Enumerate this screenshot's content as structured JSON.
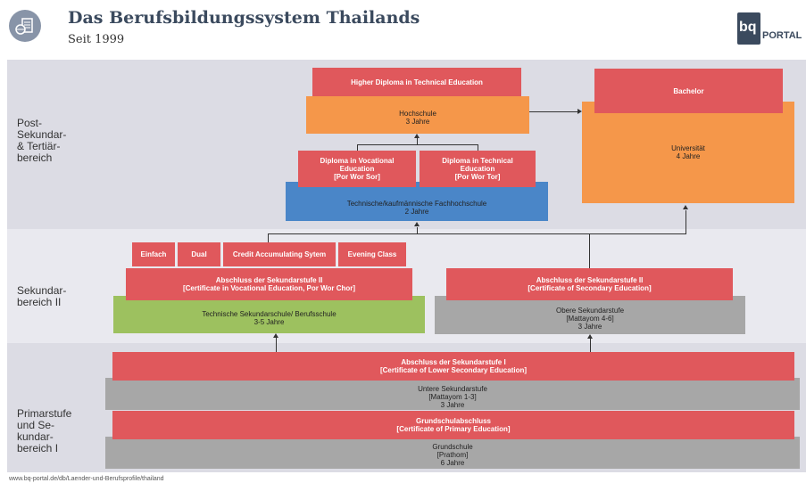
{
  "header": {
    "title": "Das Berufsbildungssystem Thailands",
    "subtitle": "Seit 1999",
    "brand": "PORTAL",
    "logo_letters": "bq"
  },
  "colors": {
    "red": "#e0585c",
    "orange": "#f5974a",
    "blue": "#4a86c8",
    "green": "#9dc15f",
    "gray": "#a7a7a7",
    "band_dark": "#dcdce4",
    "band_light": "#e9e9ef",
    "brand_blue": "#27b8dc"
  },
  "levels": {
    "post": "Post-\nSekundar-\n& Tertiär-\nbereich",
    "sek2": "Sekundar-\nbereich II",
    "prim": "Primarstufe\nund Se-\nkundar-\nbereich I"
  },
  "boxes": {
    "higher_diploma": "Higher Diploma in Technical Education",
    "hochschule": {
      "l1": "Hochschule",
      "l2": "3 Jahre"
    },
    "bachelor": "Bachelor",
    "universitaet": {
      "l1": "Universität",
      "l2": "4 Jahre"
    },
    "diploma_voc": {
      "l1": "Diploma in Vocational",
      "l2": "Education",
      "l3": "[Por Wor Sor]"
    },
    "diploma_tech": {
      "l1": "Diploma in Technical",
      "l2": "Education",
      "l3": "[Por Wor Tor]"
    },
    "fachhochschule": {
      "l1": "Technische/kaufmännische Fachhochschule",
      "l2": "2 Jahre"
    },
    "einfach": "Einfach",
    "dual": "Dual",
    "credit": "Credit Accumulating Sytem",
    "evening": "Evening Class",
    "abschluss_sek2_voc": {
      "l1": "Abschluss der Sekundarstufe II",
      "l2": "[Certificate in Vocational Education, Por Wor Chor]"
    },
    "berufsschule": {
      "l1": "Technische Sekundarschule/ Berufsschule",
      "l2": "3-5 Jahre"
    },
    "abschluss_sek2_sec": {
      "l1": "Abschluss der Sekundarstufe II",
      "l2": "[Certificate of Secondary Education]"
    },
    "obere_sek": {
      "l1": "Obere Sekundarstufe",
      "l2": "[Mattayom 4-6]",
      "l3": "3 Jahre"
    },
    "abschluss_sek1": {
      "l1": "Abschluss der Sekundarstufe I",
      "l2": "[Certificate of Lower Secondary Education]"
    },
    "untere_sek": {
      "l1": "Untere Sekundarstufe",
      "l2": "[Mattayom 1-3]",
      "l3": "3 Jahre"
    },
    "grundschulabschluss": {
      "l1": "Grundschulabschluss",
      "l2": "[Certificate of Primary Education]"
    },
    "grundschule": {
      "l1": "Grundschule",
      "l2": "[Prathom]",
      "l3": "6 Jahre"
    }
  },
  "footer": {
    "source": "www.bq-portal.de/db/Laender-und-Berufsprofile/thailand"
  }
}
